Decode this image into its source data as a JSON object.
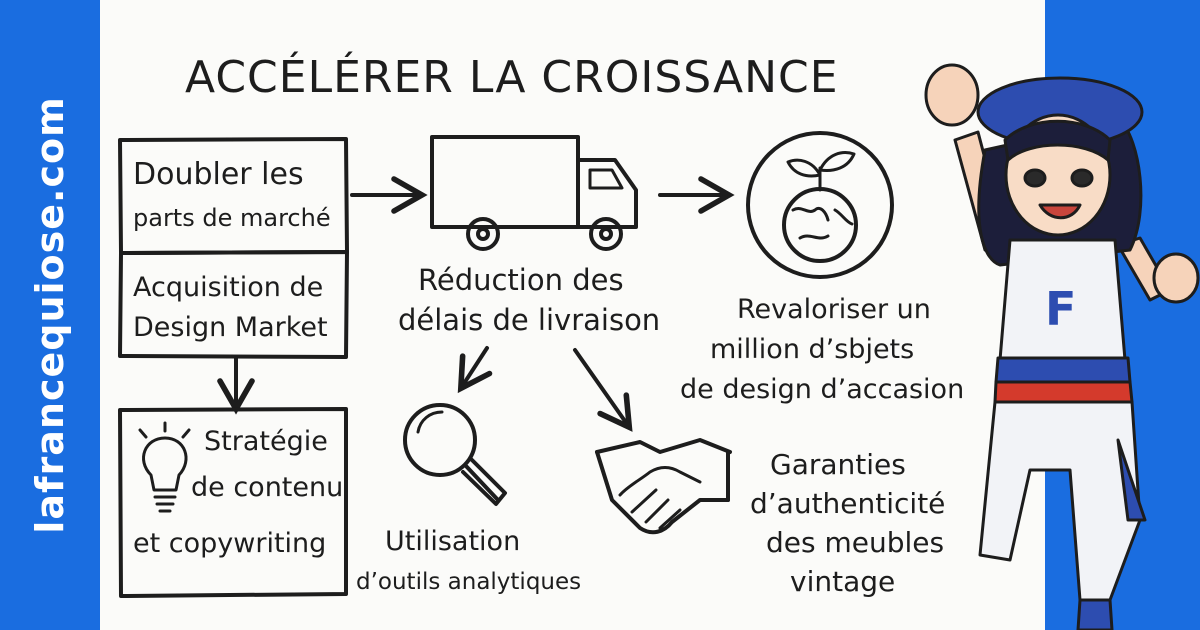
{
  "site": {
    "domain": "lafrancequiose.com"
  },
  "diagram": {
    "title": "ACCÉLÉRER LA CROISSANCE",
    "box_market": {
      "line1": "Doubler les",
      "line2": "parts de marché"
    },
    "box_acquisition": {
      "line1": "Acquisition de",
      "line2": "Design Market"
    },
    "box_strategy": {
      "line1": "Stratégie",
      "line2": "de contenu",
      "line3": "et copywriting"
    },
    "delivery": {
      "line1": "Réduction des",
      "line2": "délais de livraison"
    },
    "revalue": {
      "line1": "Revaloriser un",
      "line2": "million d’sbjets",
      "line3": "de design d’accasion"
    },
    "analytics": {
      "line1": "Utilisation",
      "line2": "d’outils analytiques"
    },
    "authenticity": {
      "line1": "Garanties",
      "line2": "d’authenticité",
      "line3": "des meubles",
      "line4": "vintage"
    }
  },
  "mascot": {
    "shirt_letter": "F"
  },
  "colors": {
    "brand_blue": "#1a6de0",
    "ink": "#1d1d1d",
    "board": "#fbfbf9",
    "mascot_red": "#d43a2c"
  },
  "icons": [
    "truck-icon",
    "plant-globe-icon",
    "magnifier-icon",
    "handshake-icon",
    "lightbulb-icon"
  ]
}
